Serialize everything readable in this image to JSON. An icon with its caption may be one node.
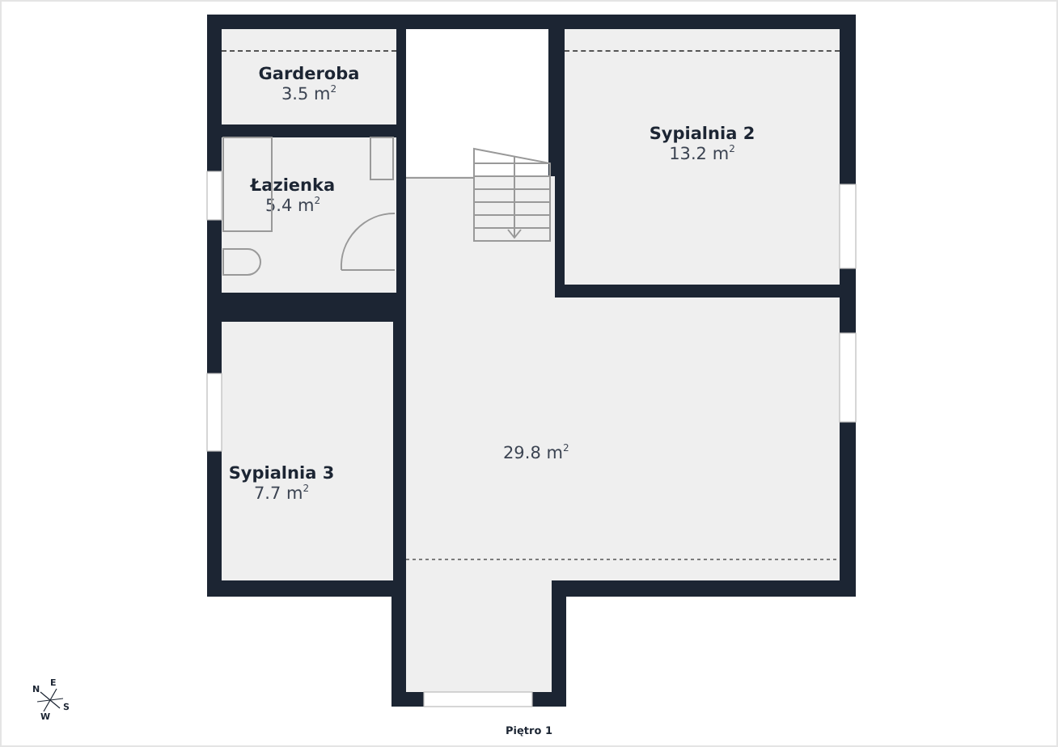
{
  "diagram": {
    "caption": "Piętro 1",
    "nodes": [
      {
        "text": [
          "Garderoba",
          "3.5 m$^{2}$"
        ]
      },
      {
        "text": [
          "Łazienka",
          "5.4 m$^{2}$"
        ]
      },
      {
        "text": [
          "Sypialnia 2",
          "13.2 m$^{2}$"
        ]
      },
      {
        "text": [
          "Sypialnia 3",
          "7.7 m$^{2}$"
        ]
      },
      {
        "text": [
          "29.8 m$^{2}$"
        ]
      }
    ],
    "labels": [
      "E",
      "N",
      "S",
      "W"
    ]
  }
}
